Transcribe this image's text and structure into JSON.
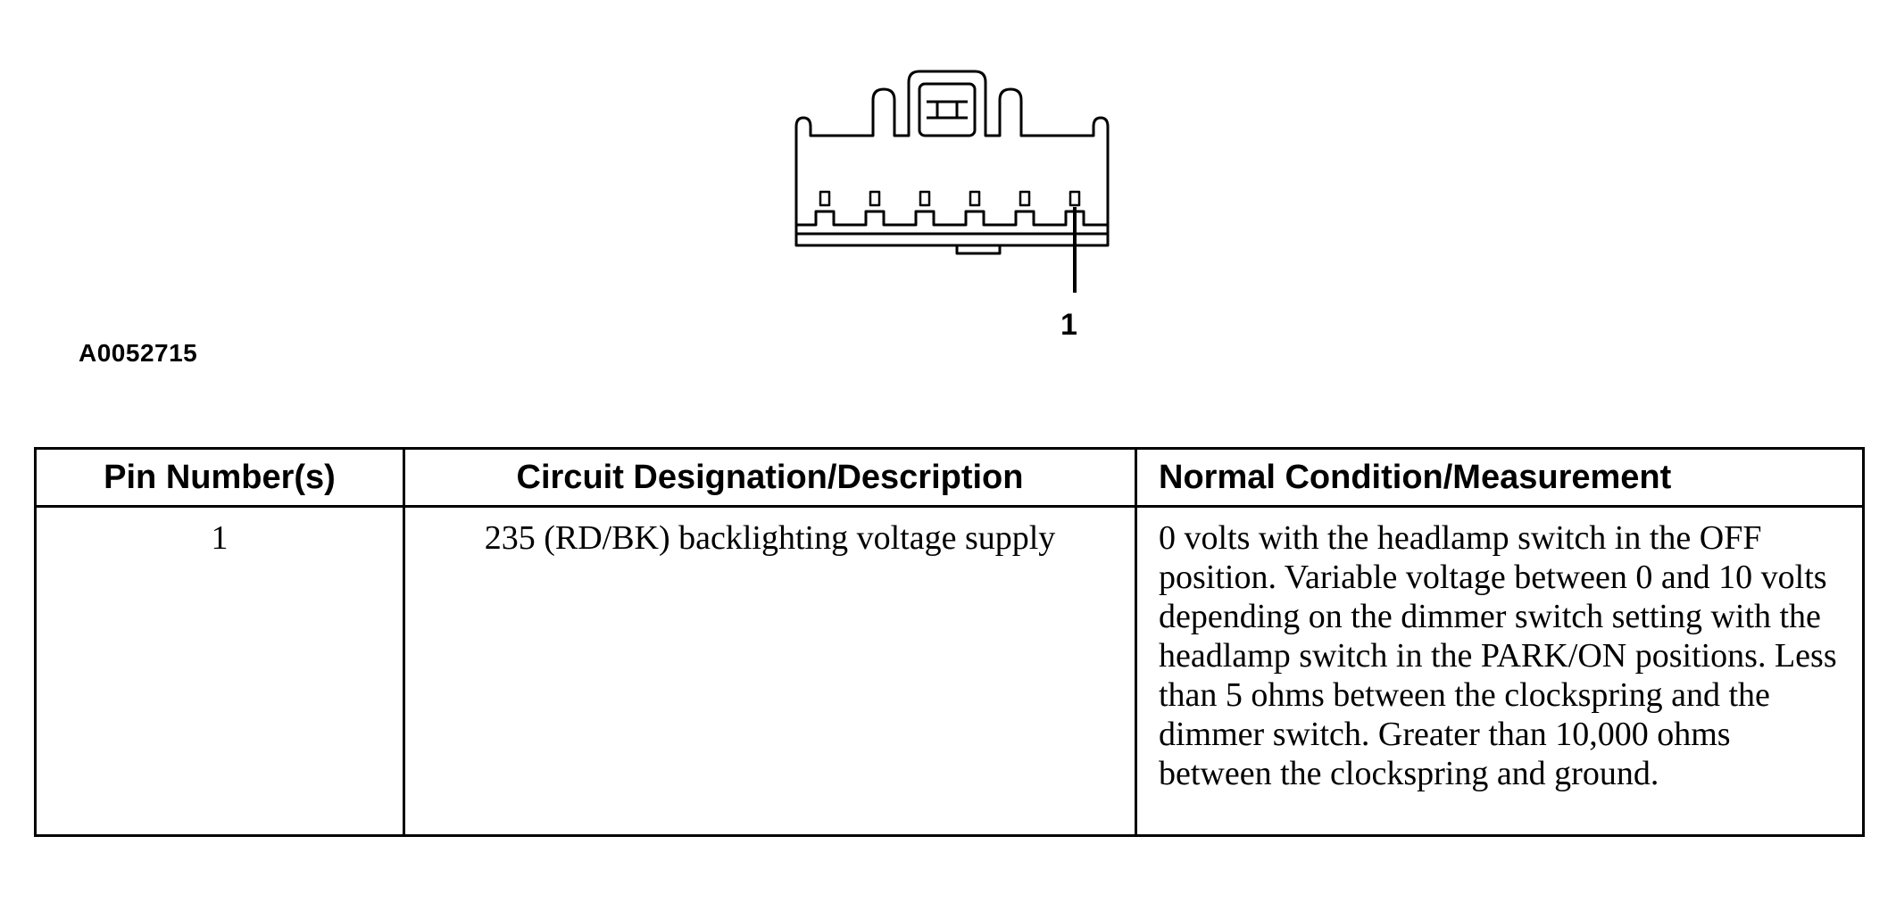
{
  "figure": {
    "id": "A0052715",
    "pin_callout": "1",
    "pin_count_shown": 6
  },
  "table": {
    "headers": {
      "pin": "Pin Number(s)",
      "circuit": "Circuit Designation/Description",
      "normal": "Normal Condition/Measurement"
    },
    "rows": [
      {
        "pin": "1",
        "circuit": "235 (RD/BK) backlighting voltage supply",
        "normal": "0 volts with the headlamp switch in the OFF position. Variable voltage between 0 and 10 volts depending on the dimmer switch setting with the headlamp switch in the PARK/ON positions. Less than 5 ohms between the clockspring and the dimmer  switch. Greater than 10,000 ohms between the clockspring and ground."
      }
    ]
  }
}
